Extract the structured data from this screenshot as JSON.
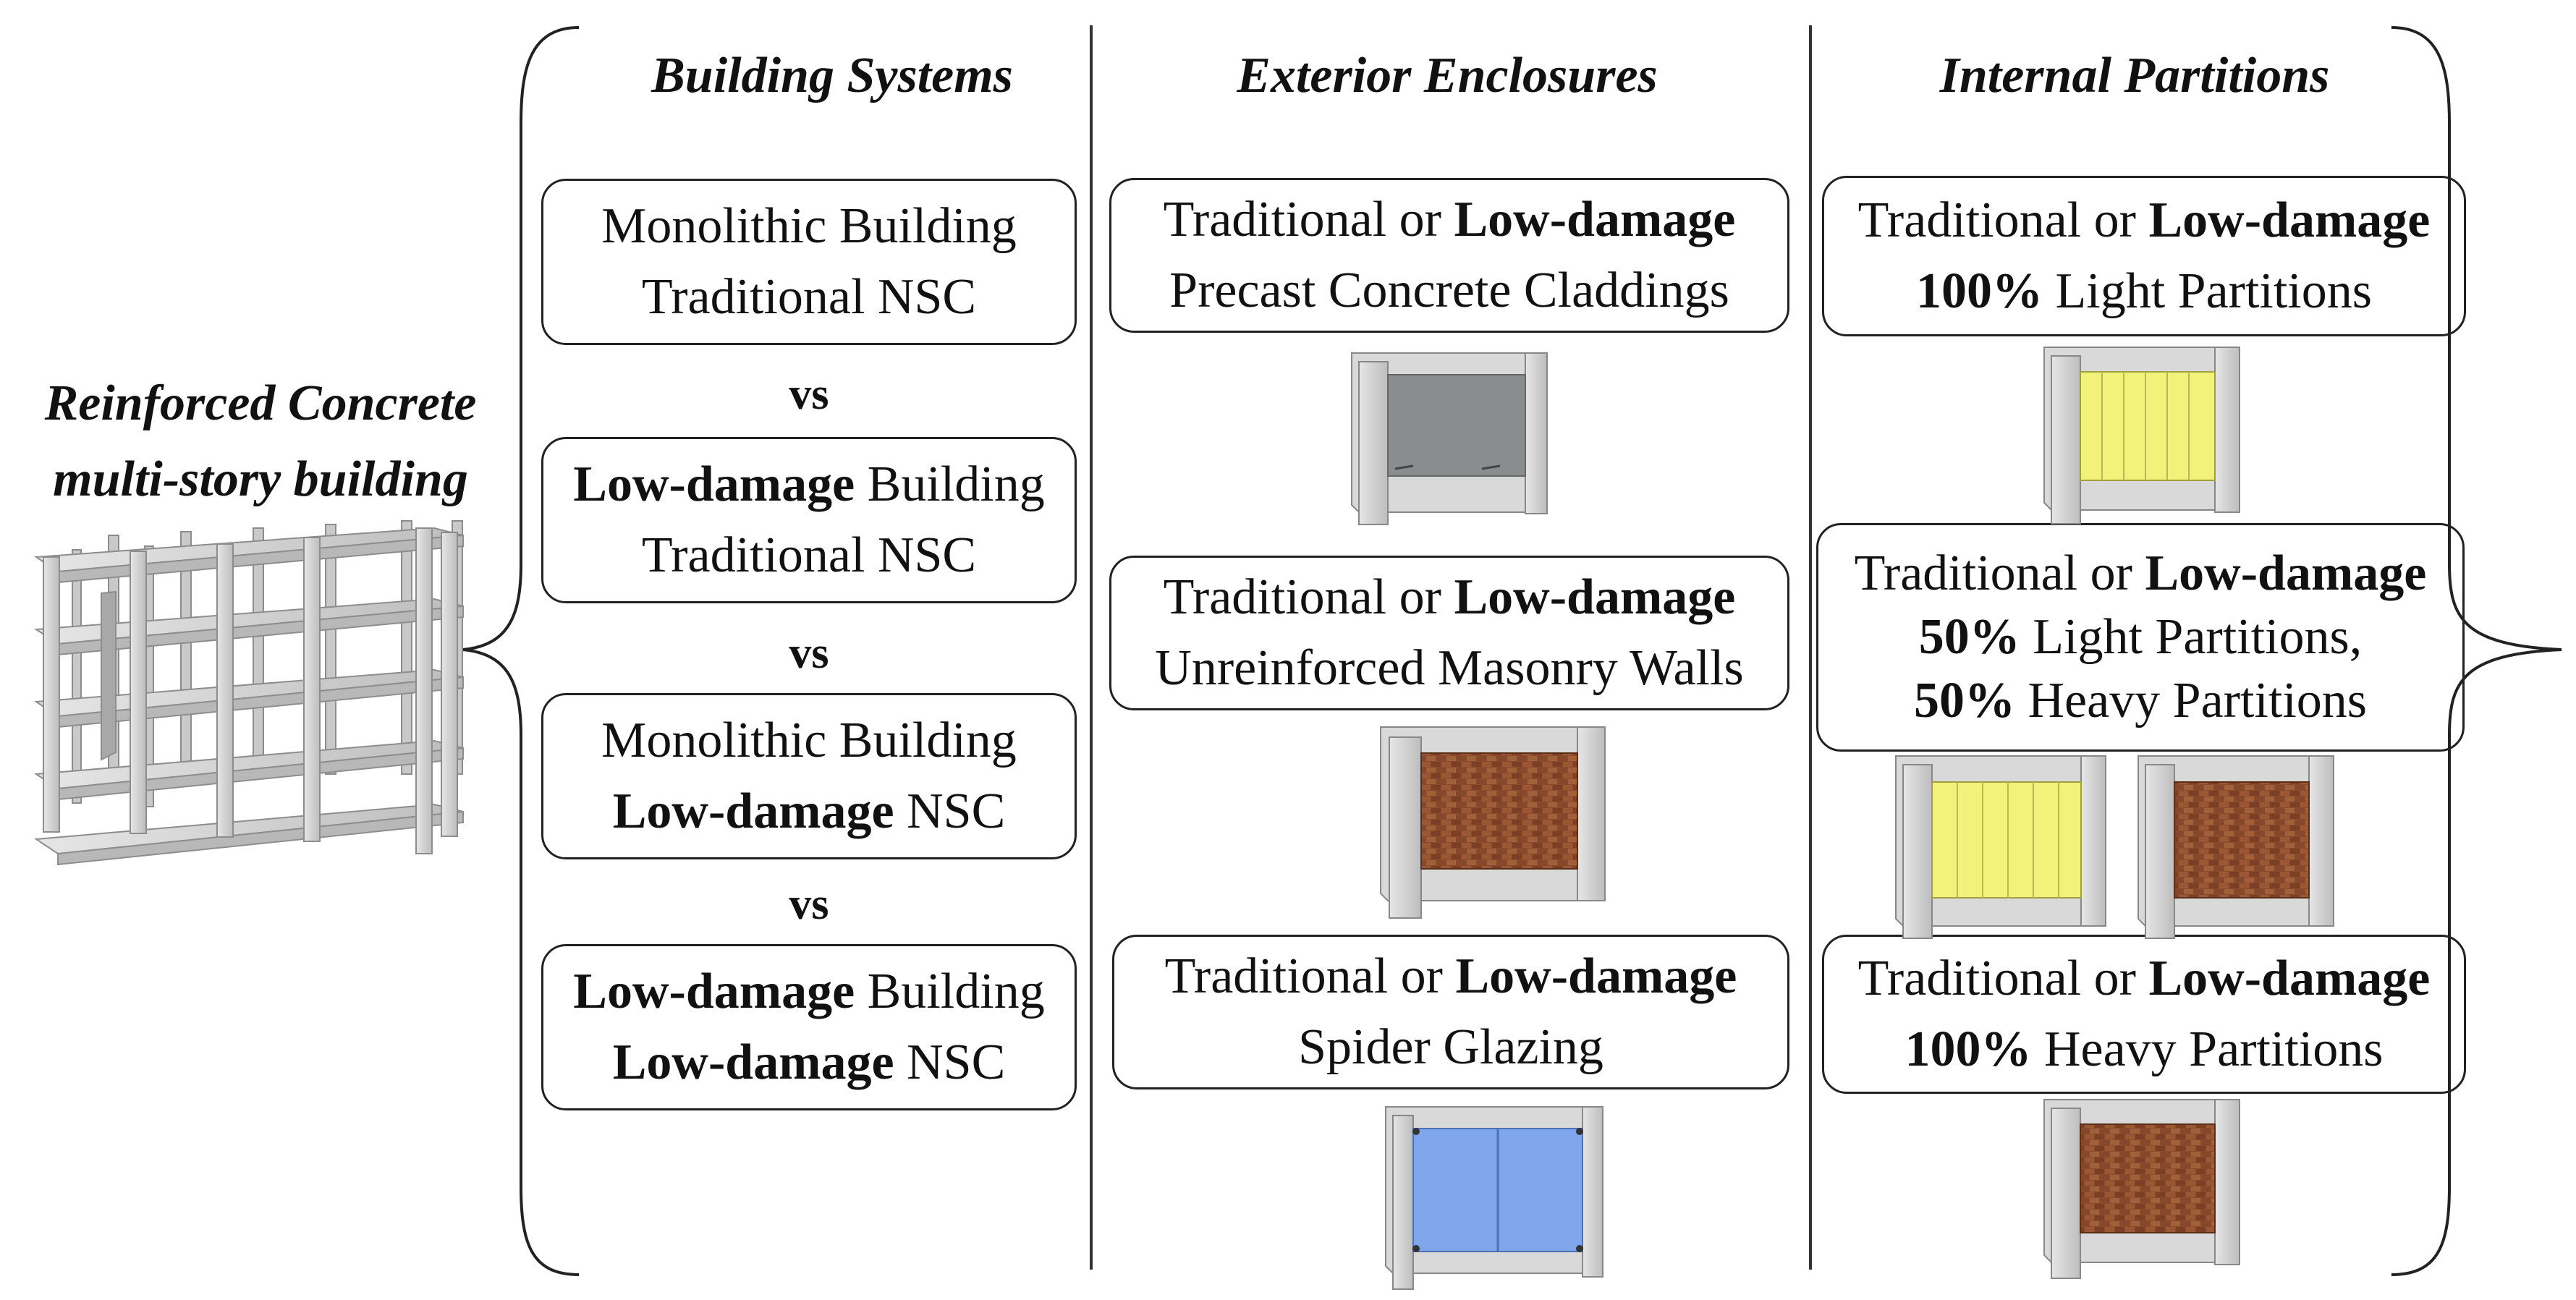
{
  "left_title": {
    "line1": "Reinforced Concrete",
    "line2": "multi-story building"
  },
  "columns": {
    "building_systems": {
      "heading": "Building Systems",
      "boxes": [
        {
          "line1": [
            {
              "t": "Monolithic Building",
              "bold": false
            }
          ],
          "line2": [
            {
              "t": "Traditional NSC",
              "bold": false
            }
          ]
        },
        {
          "line1": [
            {
              "t": "Low-damage",
              "bold": true
            },
            {
              "t": " Building",
              "bold": false
            }
          ],
          "line2": [
            {
              "t": "Traditional NSC",
              "bold": false
            }
          ]
        },
        {
          "line1": [
            {
              "t": "Monolithic Building",
              "bold": false
            }
          ],
          "line2": [
            {
              "t": "Low-damage",
              "bold": true
            },
            {
              "t": " NSC",
              "bold": false
            }
          ]
        },
        {
          "line1": [
            {
              "t": "Low-damage",
              "bold": true
            },
            {
              "t": " Building",
              "bold": false
            }
          ],
          "line2": [
            {
              "t": "Low-damage",
              "bold": true
            },
            {
              "t": " NSC",
              "bold": false
            }
          ]
        }
      ],
      "separator": "vs"
    },
    "exterior_enclosures": {
      "heading": "Exterior Enclosures",
      "prefix_plain": "Traditional or ",
      "prefix_bold": "Low-damage",
      "items": [
        "Precast Concrete Claddings",
        "Unreinforced Masonry Walls",
        "Spider Glazing"
      ]
    },
    "internal_partitions": {
      "heading": "Internal Partitions",
      "prefix_plain": "Traditional or ",
      "prefix_bold": "Low-damage",
      "items": [
        {
          "lines": [
            [
              {
                "t": "100%",
                "bold": true
              },
              {
                "t": " Light Partitions",
                "bold": false
              }
            ]
          ]
        },
        {
          "lines": [
            [
              {
                "t": "50%",
                "bold": true
              },
              {
                "t": " Light Partitions,",
                "bold": false
              }
            ],
            [
              {
                "t": "50%",
                "bold": true
              },
              {
                "t": " Heavy Partitions",
                "bold": false
              }
            ]
          ]
        },
        {
          "lines": [
            [
              {
                "t": "100%",
                "bold": true
              },
              {
                "t": " Heavy Partitions",
                "bold": false
              }
            ]
          ]
        }
      ]
    }
  },
  "colors": {
    "concrete": "#d2d2d2",
    "concrete_dark": "#a8a8a8",
    "precast_panel": "#8a8d8e",
    "masonry": "#8a4a2c",
    "light_partition": "#f2f27a",
    "glazing": "#7fa6ea",
    "line": "#222222"
  }
}
